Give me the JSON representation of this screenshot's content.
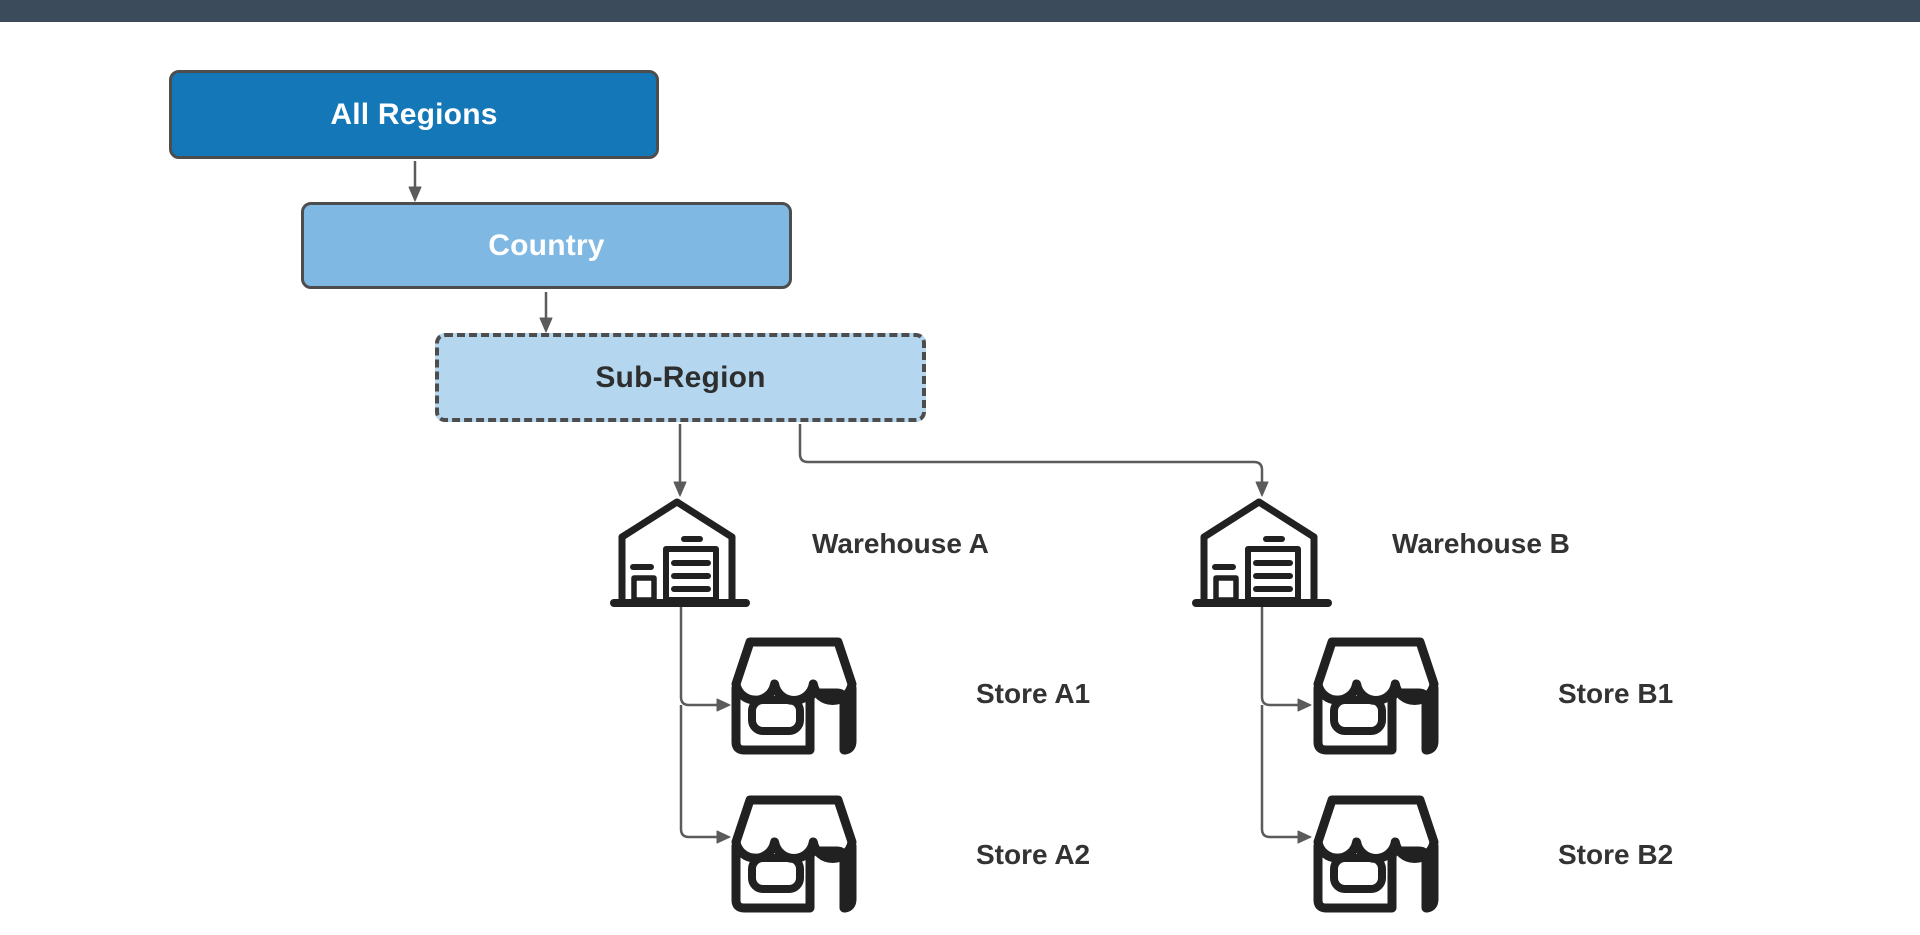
{
  "colors": {
    "canvas": "#FFFFFF",
    "top_bar": "#3B4B5C",
    "all_regions_fill": "#1477B7",
    "country_fill": "#7FB8E2",
    "sub_region_fill": "#B4D7EF",
    "box_border": "#4D4D4D",
    "box_text_light": "#FFFFFF",
    "box_text_dark": "#2E2E2E",
    "connector": "#5B5B5B",
    "icon_stroke": "#212121",
    "label_text": "#333333"
  },
  "diagram": {
    "boxes": [
      {
        "id": "all-regions",
        "label": "All Regions",
        "border_style": "solid"
      },
      {
        "id": "country",
        "label": "Country",
        "border_style": "solid"
      },
      {
        "id": "sub-region",
        "label": "Sub-Region",
        "border_style": "dashed"
      }
    ],
    "nodes": [
      {
        "id": "warehouse-a",
        "label": "Warehouse A",
        "icon": "warehouse-icon"
      },
      {
        "id": "warehouse-b",
        "label": "Warehouse B",
        "icon": "warehouse-icon"
      },
      {
        "id": "store-a1",
        "label": "Store A1",
        "icon": "store-icon"
      },
      {
        "id": "store-a2",
        "label": "Store A2",
        "icon": "store-icon"
      },
      {
        "id": "store-b1",
        "label": "Store B1",
        "icon": "store-icon"
      },
      {
        "id": "store-b2",
        "label": "Store B2",
        "icon": "store-icon"
      }
    ],
    "edges": [
      "all-regions -> country",
      "country -> sub-region",
      "sub-region -> warehouse-a",
      "sub-region -> warehouse-b",
      "warehouse-a -> store-a1",
      "warehouse-a -> store-a2",
      "warehouse-b -> store-b1",
      "warehouse-b -> store-b2"
    ]
  }
}
